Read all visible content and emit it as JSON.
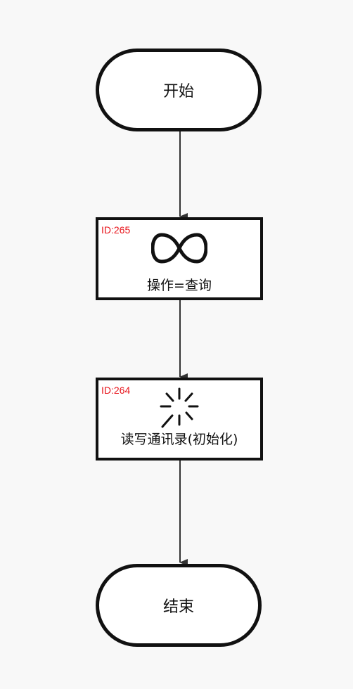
{
  "flowchart": {
    "start": {
      "label": "开始"
    },
    "step1": {
      "id_label": "ID:265",
      "icon": "infinity-icon",
      "label": "操作=查询"
    },
    "step2": {
      "id_label": "ID:264",
      "icon": "loading-spinner-icon",
      "label": "读写通讯录(初始化)"
    },
    "end": {
      "label": "结束"
    }
  }
}
